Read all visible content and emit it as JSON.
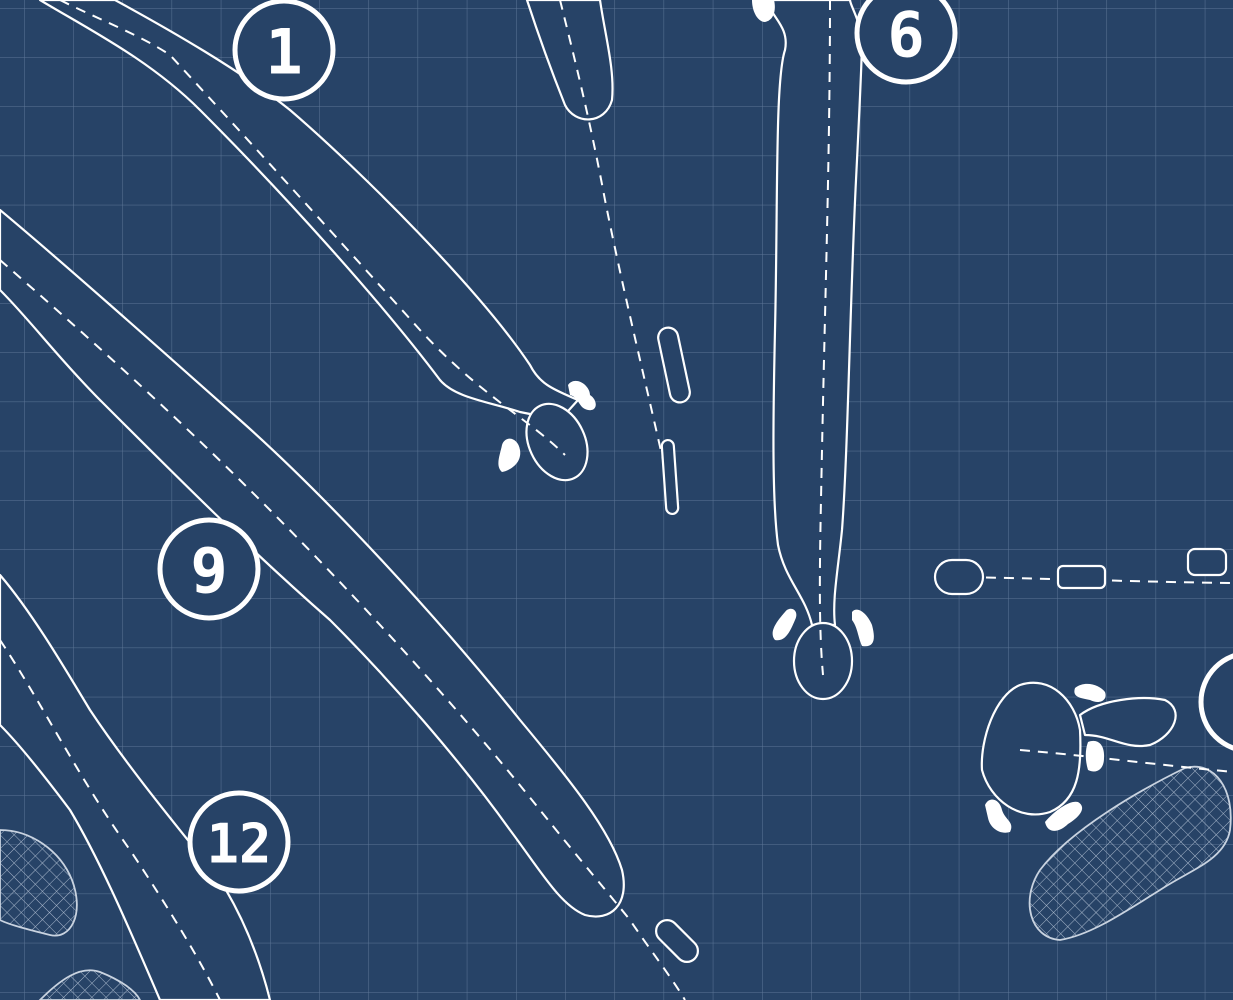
{
  "colors": {
    "background": "#274367",
    "grid": "#6f86a6",
    "line": "#ffffff"
  },
  "holes": [
    {
      "number": "1"
    },
    {
      "number": "6"
    },
    {
      "number": "9"
    },
    {
      "number": "12"
    }
  ]
}
